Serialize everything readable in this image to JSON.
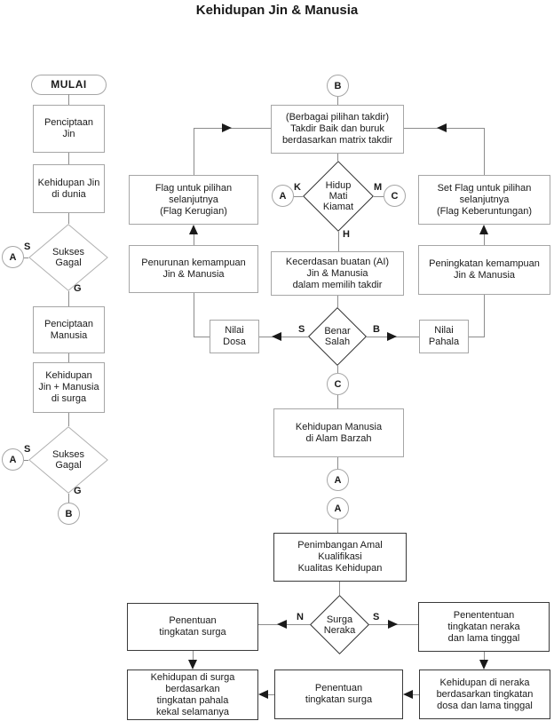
{
  "title": "Kehidupan Jin & Manusia",
  "nodes": {
    "mulai": "MULAI",
    "penciptaan_jin": "Penciptaan\nJin",
    "kehidupan_jin_dunia": "Kehidupan Jin\ndi dunia",
    "sukses_gagal_1": "Sukses\nGagal",
    "penciptaan_manusia": "Penciptaan\nManusia",
    "kehidupan_jin_manusia_surga": "Kehidupan\nJin + Manusia\ndi surga",
    "sukses_gagal_2": "Sukses\nGagal",
    "takdir_matrix": "(Berbagai pilihan takdir)\nTakdir Baik dan buruk\nberdasarkan matrix takdir",
    "flag_kerugian": "Flag untuk pilihan\nselanjutnya\n(Flag Kerugian)",
    "penurunan_kemampuan": "Penurunan kemampuan\nJin & Manusia",
    "hidup_mati_kiamat": "Hidup\nMati\nKiamat",
    "set_flag_keberuntungan": "Set Flag untuk pilihan\nselanjutnya\n(Flag Keberuntungan)",
    "peningkatan_kemampuan": "Peningkatan kemampuan\nJin & Manusia",
    "kecerdasan_buatan": "Kecerdasan buatan (AI)\nJin & Manusia\ndalam memilih takdir",
    "benar_salah": "Benar\nSalah",
    "nilai_dosa": "Nilai\nDosa",
    "nilai_pahala": "Nilai\nPahala",
    "alam_barzah": "Kehidupan Manusia\ndi Alam Barzah",
    "penimbangan_amal": "Penimbangan Amal\nKualifikasi\nKualitas Kehidupan",
    "surga_neraka": "Surga\nNeraka",
    "penentuan_tingkatan_surga": "Penentuan\ntingkatan surga",
    "penentuan_tingkatan_neraka": "Penententuan\ntingkatan  neraka\ndan lama tinggal",
    "kehidupan_di_surga": "Kehidupan di surga\nberdasarkan\ntingkatan pahala\nkekal selamanya",
    "penentuan_tingkatan_surga_2": "Penentuan\ntingkatan surga",
    "kehidupan_di_neraka": "Kehidupan di neraka\nberdasarkan tingkatan\ndosa dan lama tinggal"
  },
  "branches": {
    "sukses1_s": "S",
    "sukses1_g": "G",
    "sukses2_s": "S",
    "sukses2_g": "G",
    "kiamat_k": "K",
    "kiamat_m": "M",
    "kiamat_h": "H",
    "benar_s": "S",
    "benar_b": "B",
    "surga_n": "N",
    "surga_s": "S"
  },
  "connectors": {
    "a1": "A",
    "a2": "A",
    "a3": "A",
    "a4": "A",
    "a5": "A",
    "b1": "B",
    "b2": "B",
    "c1": "C",
    "c2": "C"
  },
  "colors": {
    "background": "#ffffff",
    "box_border": "#a6a6a6",
    "emphasis_border": "#3a3a3a",
    "line": "#8c8c8c",
    "arrow": "#1a1a1a",
    "text": "#1a1a1a"
  }
}
